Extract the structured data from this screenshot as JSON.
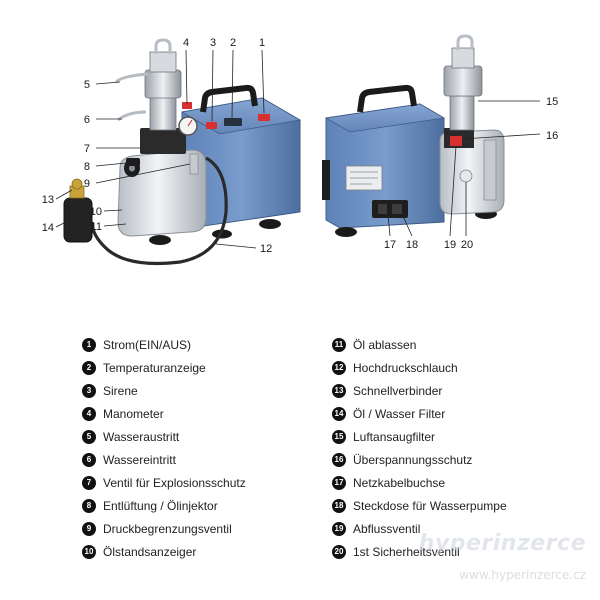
{
  "callouts": {
    "c1": "1",
    "c2": "2",
    "c3": "3",
    "c4": "4",
    "c5": "5",
    "c6": "6",
    "c7": "7",
    "c8": "8",
    "c9": "9",
    "c10": "10",
    "c11": "11",
    "c12": "12",
    "c13": "13",
    "c14": "14",
    "c15": "15",
    "c16": "16",
    "c17": "17",
    "c18": "18",
    "c19": "19",
    "c20": "20"
  },
  "legend": {
    "left": [
      {
        "num": "1",
        "label": "Strom(EIN/AUS)"
      },
      {
        "num": "2",
        "label": "Temperaturanzeige"
      },
      {
        "num": "3",
        "label": "Sirene"
      },
      {
        "num": "4",
        "label": "Manometer"
      },
      {
        "num": "5",
        "label": "Wasseraustritt"
      },
      {
        "num": "6",
        "label": "Wassereintritt"
      },
      {
        "num": "7",
        "label": "Ventil für Explosionsschutz"
      },
      {
        "num": "8",
        "label": "Entlüftung / Ölinjektor"
      },
      {
        "num": "9",
        "label": "Druckbegrenzungsventil"
      },
      {
        "num": "10",
        "label": "Ölstandsanzeiger"
      }
    ],
    "right": [
      {
        "num": "11",
        "label": "Öl ablassen"
      },
      {
        "num": "12",
        "label": "Hochdruckschlauch"
      },
      {
        "num": "13",
        "label": "Schnellverbinder"
      },
      {
        "num": "14",
        "label": "Öl / Wasser Filter"
      },
      {
        "num": "15",
        "label": "Luftansaugfilter"
      },
      {
        "num": "16",
        "label": "Überspannungsschutz"
      },
      {
        "num": "17",
        "label": "Netzkabelbuchse"
      },
      {
        "num": "18",
        "label": "Steckdose für Wasserpumpe"
      },
      {
        "num": "19",
        "label": "Abflussventil"
      },
      {
        "num": "20",
        "label": "1st Sicherheitsventil"
      }
    ]
  },
  "watermark": {
    "brand": "hyperinzerce",
    "url": "www.hyperinzerce.cz"
  },
  "colors": {
    "housing_blue": "#6c8fc0",
    "housing_dark": "#4a6c9e",
    "aluminum": "#d8dde2",
    "red_button": "#d83030",
    "badge": "#111111"
  }
}
